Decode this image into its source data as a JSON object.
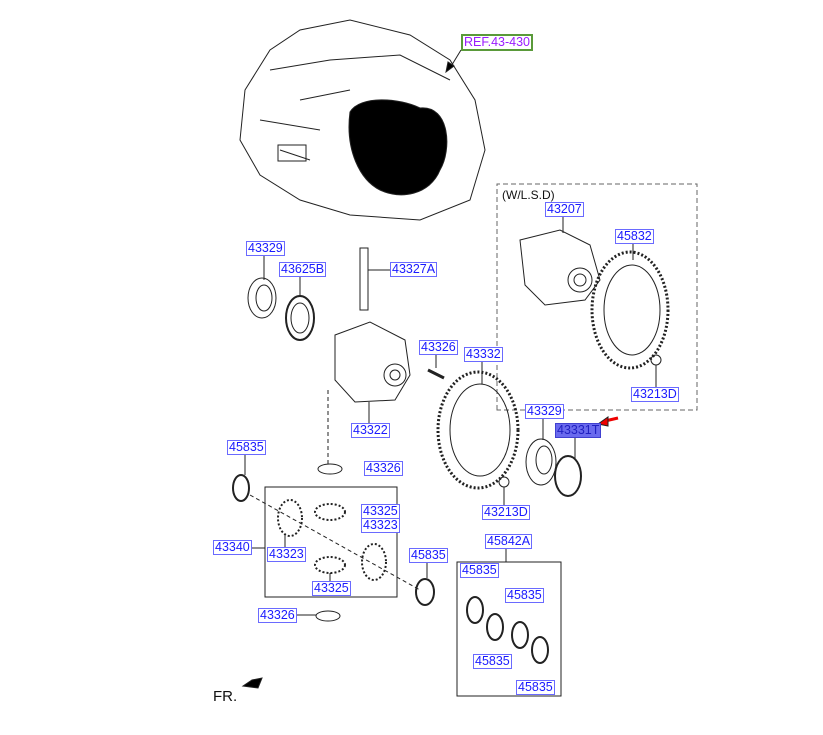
{
  "ref_label": "REF.43-430",
  "lsd_note": "(W/L.S.D)",
  "front_label": "FR.",
  "accent_selected": "#6a6aee",
  "parts": [
    {
      "code": "43207"
    },
    {
      "code": "45832"
    },
    {
      "code": "43329"
    },
    {
      "code": "43625B"
    },
    {
      "code": "43327A"
    },
    {
      "code": "43326"
    },
    {
      "code": "43332"
    },
    {
      "code": "43213D"
    },
    {
      "code": "43329"
    },
    {
      "code": "43331T",
      "selected": true
    },
    {
      "code": "43322"
    },
    {
      "code": "45835"
    },
    {
      "code": "43326"
    },
    {
      "code": "43213D"
    },
    {
      "code": "43325"
    },
    {
      "code": "43323"
    },
    {
      "code": "43340"
    },
    {
      "code": "43323"
    },
    {
      "code": "45842A"
    },
    {
      "code": "45835"
    },
    {
      "code": "45835"
    },
    {
      "code": "43325"
    },
    {
      "code": "45835"
    },
    {
      "code": "43326"
    },
    {
      "code": "45835"
    },
    {
      "code": "45835"
    }
  ]
}
